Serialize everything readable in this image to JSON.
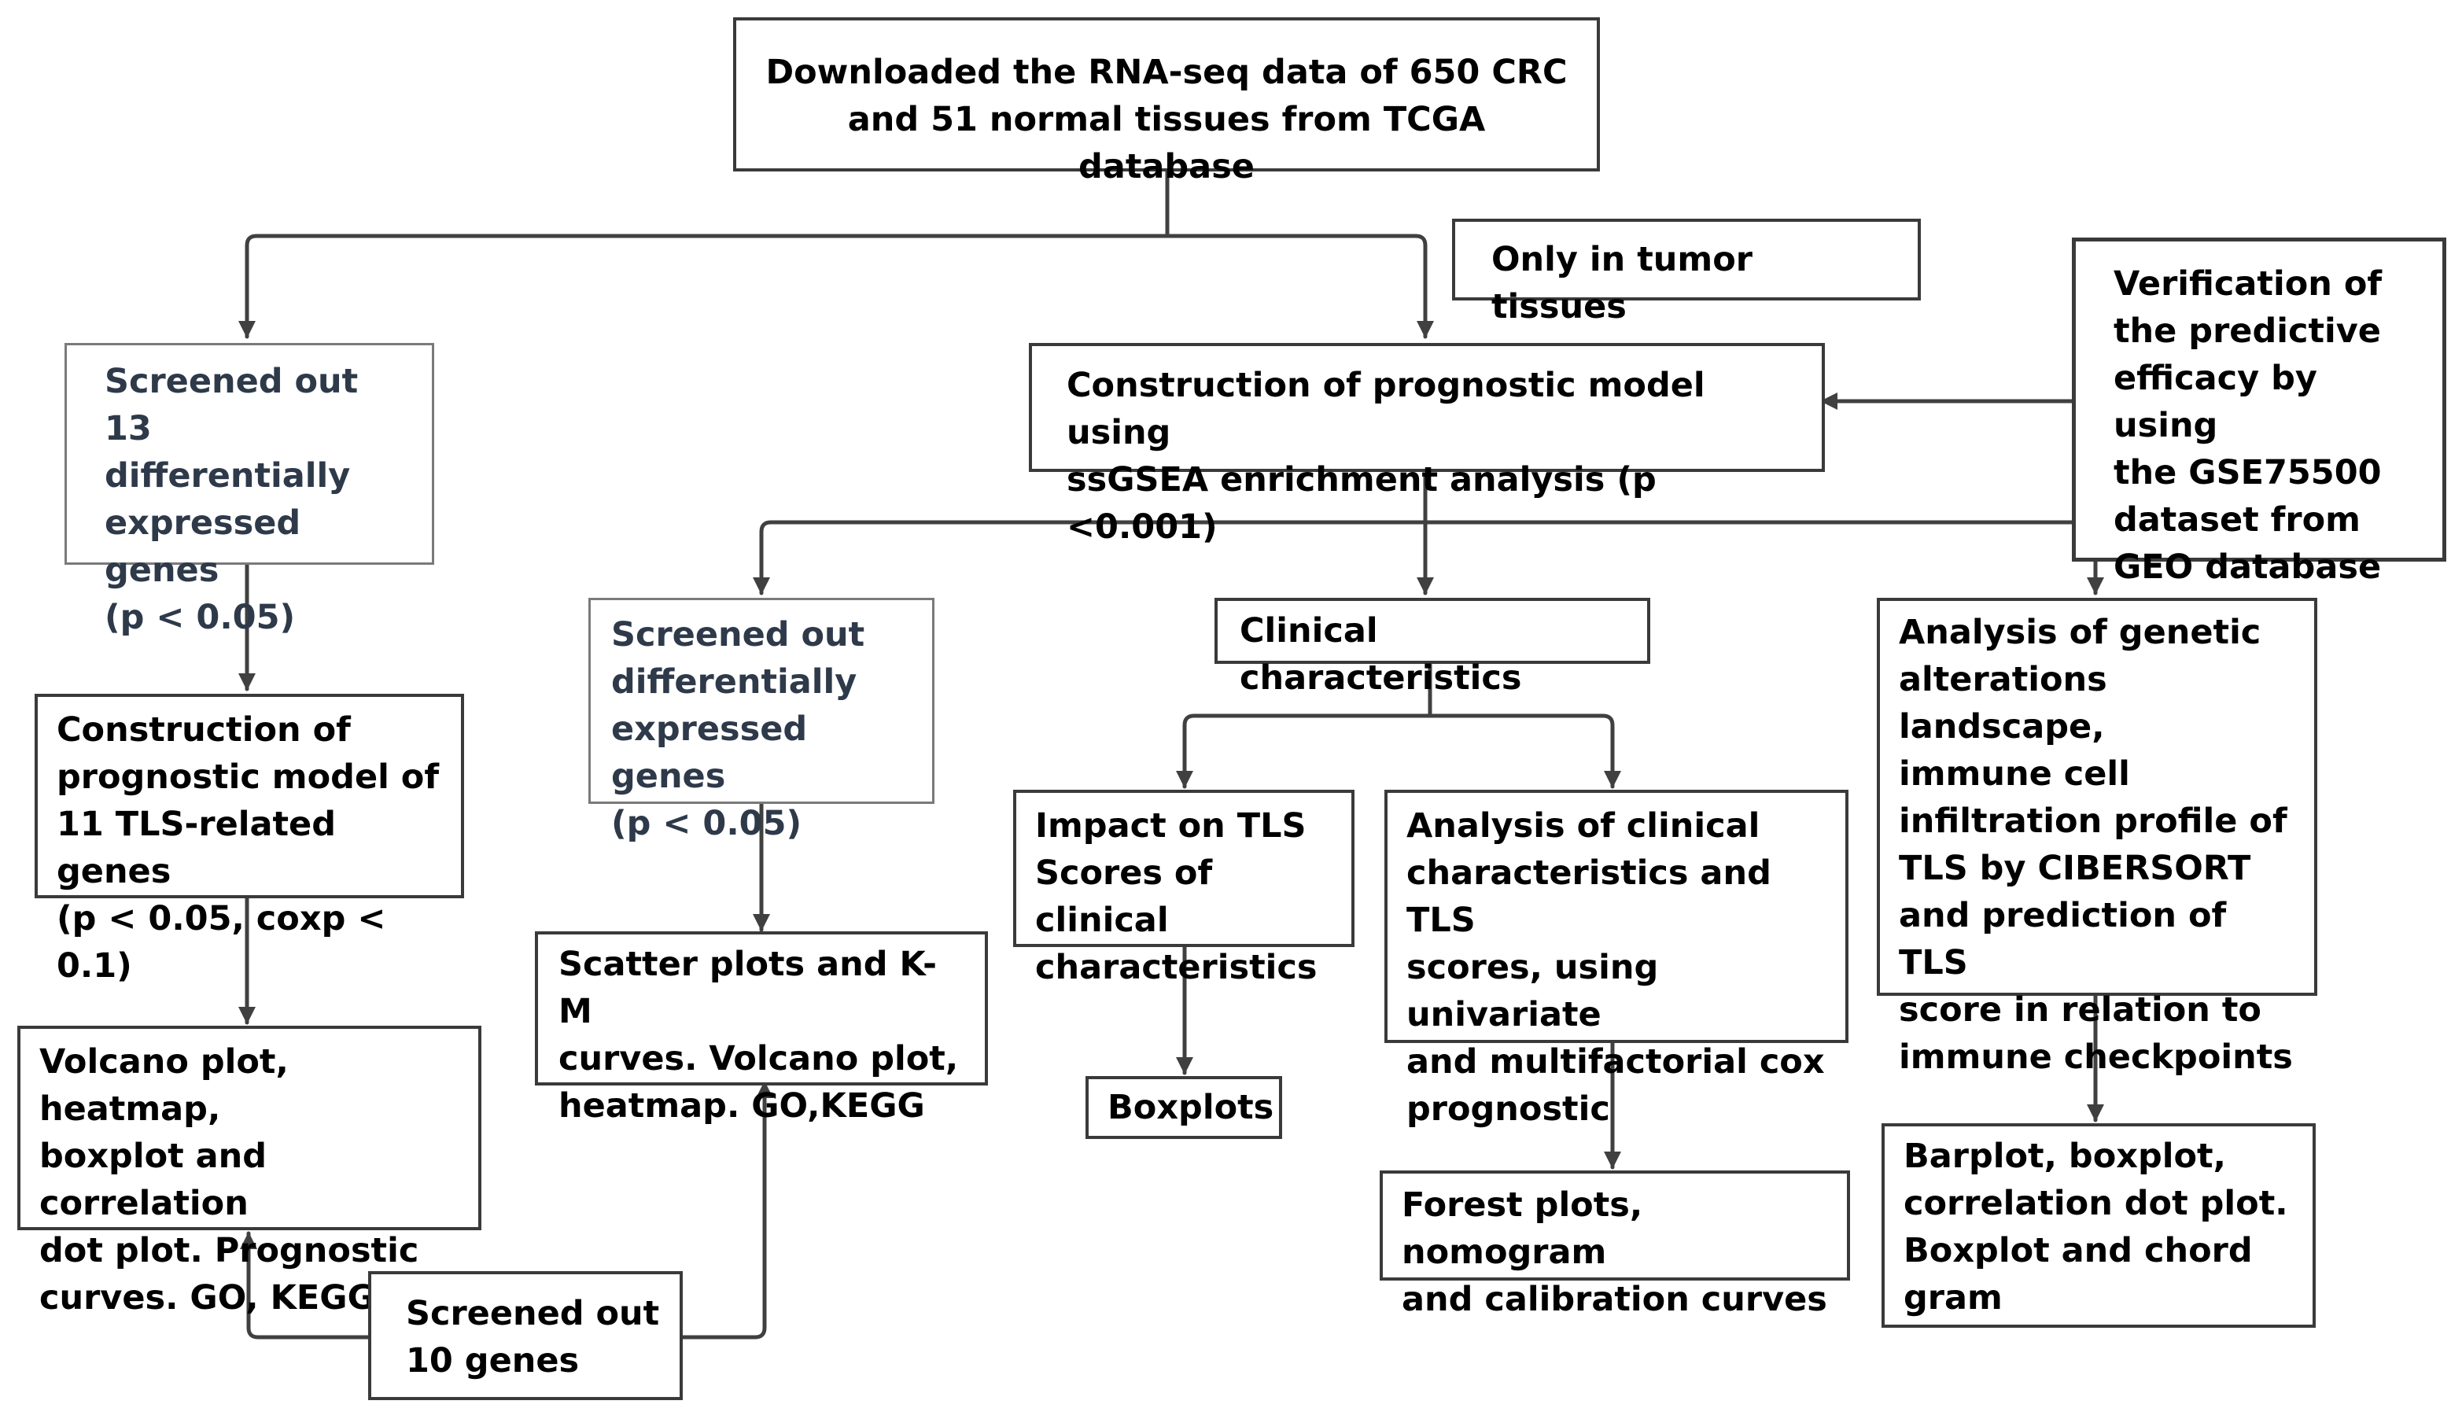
{
  "boxes": {
    "tcga": "Downloaded the RNA-seq data of 650 CRC\nand 51 normal tissues from TCGA database",
    "tumor_only": "Only in tumor tissues",
    "verification": "Verification of\nthe predictive\nefficacy by using\nthe GSE75500\ndataset from\nGEO database",
    "ssgsea": "Construction of prognostic model using\nssGSEA enrichment analysis (p <0.001)",
    "screened13": "Screened out 13\ndifferentially\nexpressed genes\n(p < 0.05)",
    "prognostic11": "Construction of\nprognostic model of\n11 TLS-related genes\n(p < 0.05, coxp < 0.1)",
    "volcano_left": "Volcano plot, heatmap,\nboxplot and correlation\ndot plot. Prognostic\ncurves. GO, KEGG",
    "screened10": "Screened out\n10 genes",
    "screened_deg": "Screened out\ndifferentially\nexpressed genes\n(p < 0.05)",
    "scatter": "Scatter plots and K-M\ncurves. Volcano plot,\nheatmap. GO,KEGG",
    "clinical": "Clinical characteristics",
    "impact": "Impact on TLS\nScores of clinical\ncharacteristics",
    "boxplots": "Boxplots",
    "analysis_clinical": "Analysis of clinical\ncharacteristics and TLS\nscores, using univariate\nand multifactorial cox\nprognostic",
    "forest": "Forest plots, nomogram\nand calibration curves",
    "genetic": "Analysis of genetic\nalterations landscape,\nimmune cell\ninfiltration profile of\nTLS by CIBERSORT\nand prediction of TLS\nscore in relation to\nimmune checkpoints",
    "barplot": "Barplot, boxplot,\ncorrelation dot plot.\nBoxplot and chord\ngram"
  }
}
